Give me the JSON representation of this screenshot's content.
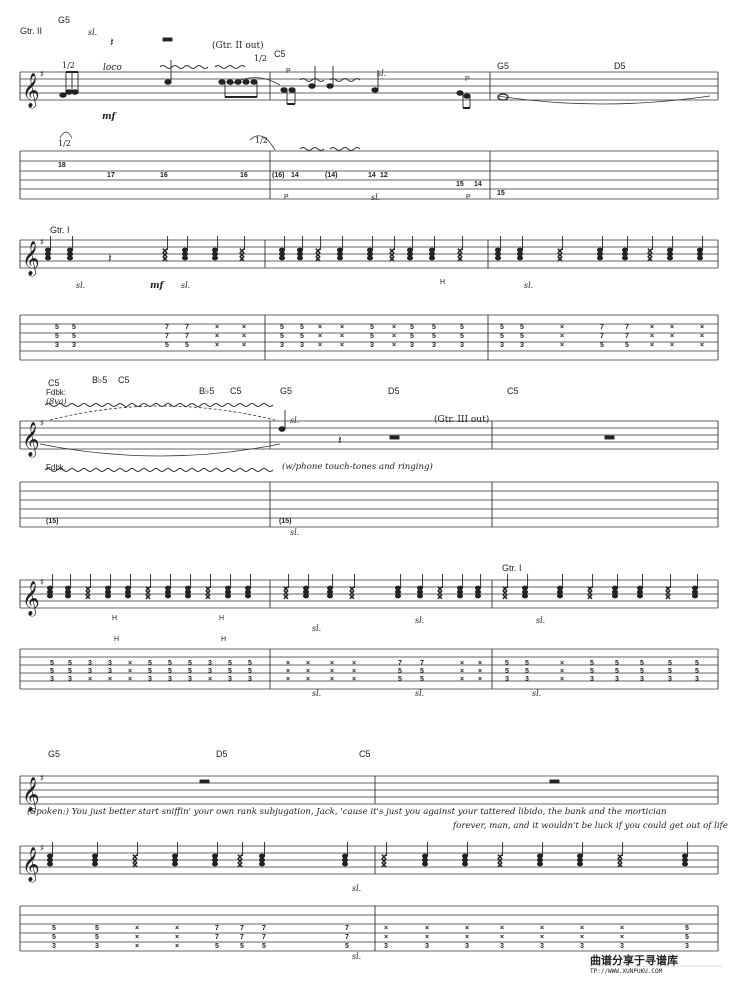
{
  "systems": [
    {
      "gtr2_label": "Gtr. II",
      "gtr2_chord": "G5",
      "gtr2_sl": "sl.",
      "bend1": "1/2",
      "loco": "loco",
      "gtr2_out": "(Gtr. II out)",
      "c5": "C5",
      "bend2": "1/2",
      "p1": "P",
      "sl1": "sl.",
      "p2": "P",
      "g5": "G5",
      "d5": "D5",
      "mf": "mf",
      "tab_bend1": "1/2",
      "tab_bend2": "1/2",
      "tab_nums": [
        "18",
        "17",
        "16",
        "16",
        "(16)",
        "14",
        "(14)",
        "14",
        "12",
        "15",
        "14",
        "15"
      ],
      "tab_p1": "P",
      "tab_sl": "sl.",
      "tab_p2": "P",
      "gtr1_label": "Gtr. I",
      "gtr1_sl1": "sl.",
      "gtr1_mf": "mf",
      "gtr1_sl2": "sl.",
      "gtr1_h": "H",
      "gtr1_sl3": "sl."
    },
    {
      "c5a": "C5",
      "bb5a": "B♭5",
      "c5b": "C5",
      "fdbk": "Fdbk:",
      "eightva": "(8va)",
      "bb5b": "B♭5",
      "c5c": "C5",
      "g5": "G5",
      "sl": "sl.",
      "d5": "D5",
      "gtr3_out": "(Gtr. III out)",
      "c5d": "C5",
      "tab_fdbk": "Fdbk.",
      "phone": "(w/phone touch-tones and ringing)",
      "tab_15a": "(15)",
      "tab_15b": "(15)",
      "tab_sl": "sl.",
      "h1": "H",
      "h2": "H",
      "sl2": "sl.",
      "sl3": "sl.",
      "gtr1_label": "Gtr. I",
      "sl4": "sl.",
      "tab_h1": "H",
      "tab_h2": "H",
      "tab_sl2": "sl.",
      "tab_sl3": "sl.",
      "tab_sl4": "sl."
    },
    {
      "g5": "G5",
      "d5": "D5",
      "c5": "C5",
      "spoken1": "(Spoken:) You just better start sniffin' your own rank subjugation, Jack, 'cause it's just you against your tattered libido, the bank and the mortician",
      "spoken2": "forever, man, and it wouldn't be luck if you could get out of life",
      "sl": "sl.",
      "tab_sl": "sl."
    }
  ],
  "watermark": {
    "text": "曲谱分享于寻谱库",
    "url": "TP://WWW.XUNPUKU.COM"
  }
}
